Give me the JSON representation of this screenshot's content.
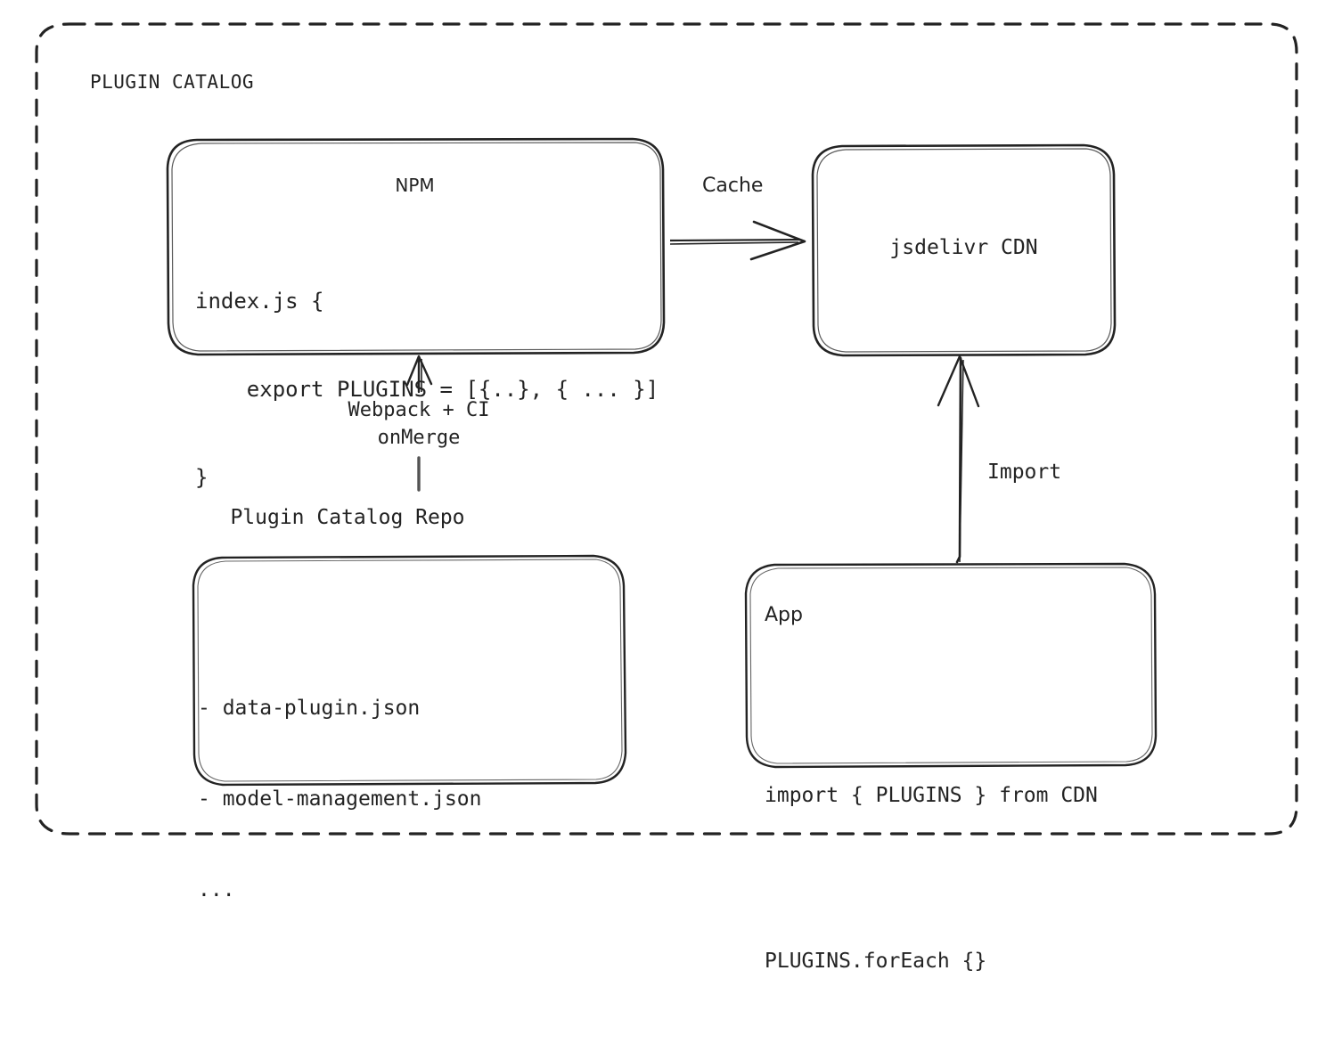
{
  "diagram": {
    "container": {
      "title": "PLUGIN CATALOG",
      "border_style": "dashed",
      "stroke_color": "#232323"
    },
    "nodes": {
      "npm": {
        "title": "NPM",
        "code_lines": [
          "index.js {",
          "    export PLUGINS = [{..}, { ... }]",
          "}"
        ]
      },
      "cdn": {
        "title": "jsdelivr CDN"
      },
      "repo": {
        "caption": "Plugin Catalog Repo",
        "files": [
          "- data-plugin.json",
          "- model-management.json",
          "..."
        ]
      },
      "app": {
        "title": "App",
        "code_lines": [
          "import { PLUGINS } from CDN",
          "PLUGINS.forEach {}"
        ]
      }
    },
    "edges": {
      "cache": {
        "label": "Cache",
        "from": "npm",
        "to": "cdn",
        "direction": "right"
      },
      "build": {
        "label_line1": "Webpack + CI",
        "label_line2": "onMerge",
        "from": "repo",
        "to": "npm",
        "direction": "up"
      },
      "import": {
        "label": "Import",
        "from": "app",
        "to": "cdn",
        "direction": "up"
      }
    }
  }
}
